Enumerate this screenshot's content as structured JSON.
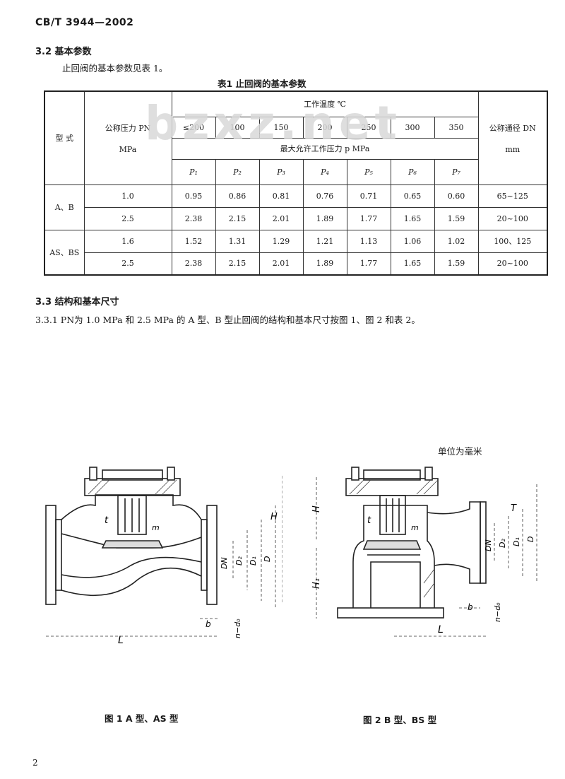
{
  "header": {
    "standard_no": "CB/T 3944—2002"
  },
  "section_3_2": {
    "heading": "3.2  基本参数",
    "text": "止回阀的基本参数见表 1。"
  },
  "table1": {
    "title": "表1  止回阀的基本参数",
    "col_type": "型 式",
    "col_pressure": "公称压力 PN",
    "col_pressure_unit": "MPa",
    "temp_header": "工作温度  ℃",
    "temps": [
      "≤200",
      "100",
      "150",
      "200",
      "250",
      "300",
      "350"
    ],
    "max_pressure_header": "最大允许工作压力  p  MPa",
    "subscripts": [
      "P₁",
      "P₂",
      "P₃",
      "P₄",
      "P₅",
      "P₆",
      "P₇"
    ],
    "col_dn": "公称通径 DN",
    "col_dn_unit": "mm",
    "groups": [
      {
        "type": "A、B",
        "rows": [
          {
            "pn": "1.0",
            "values": [
              "0.95",
              "0.86",
              "0.81",
              "0.76",
              "0.71",
              "0.65",
              "0.60"
            ],
            "dn": "65~125"
          },
          {
            "pn": "2.5",
            "values": [
              "2.38",
              "2.15",
              "2.01",
              "1.89",
              "1.77",
              "1.65",
              "1.59"
            ],
            "dn": "20~100"
          }
        ]
      },
      {
        "type": "AS、BS",
        "rows": [
          {
            "pn": "1.6",
            "values": [
              "1.52",
              "1.31",
              "1.29",
              "1.21",
              "1.13",
              "1.06",
              "1.02"
            ],
            "dn": "100、125"
          },
          {
            "pn": "2.5",
            "values": [
              "2.38",
              "2.15",
              "2.01",
              "1.89",
              "1.77",
              "1.65",
              "1.59"
            ],
            "dn": "20~100"
          }
        ]
      }
    ]
  },
  "section_3_3": {
    "heading": "3.3  结构和基本尺寸",
    "sub_3_3_1": "3.3.1  PN为 1.0 MPa 和 2.5 MPa 的 A 型、B 型止回阀的结构和基本尺寸按图 1、图 2 和表 2。"
  },
  "figures": {
    "unit_note": "单位为毫米",
    "fig1_caption": "图 1  A 型、AS 型",
    "fig2_caption": "图 2  B 型、BS 型",
    "fig1_labels": {
      "t": "t",
      "m": "m",
      "H": "H",
      "DN": "DN",
      "D2": "D₂",
      "D1": "D₁",
      "D": "D",
      "b": "b",
      "nd": "n−d₀",
      "L": "L"
    },
    "fig2_labels": {
      "H": "H",
      "H1": "H₁",
      "t": "t",
      "m": "m",
      "DN": "DN",
      "D2": "D₂",
      "D1": "D₁",
      "D": "D",
      "b": "b",
      "nd": "n−d₀",
      "L": "L",
      "T": "T"
    }
  },
  "footer": {
    "page_number": "2"
  },
  "watermark": "bzxz.net"
}
